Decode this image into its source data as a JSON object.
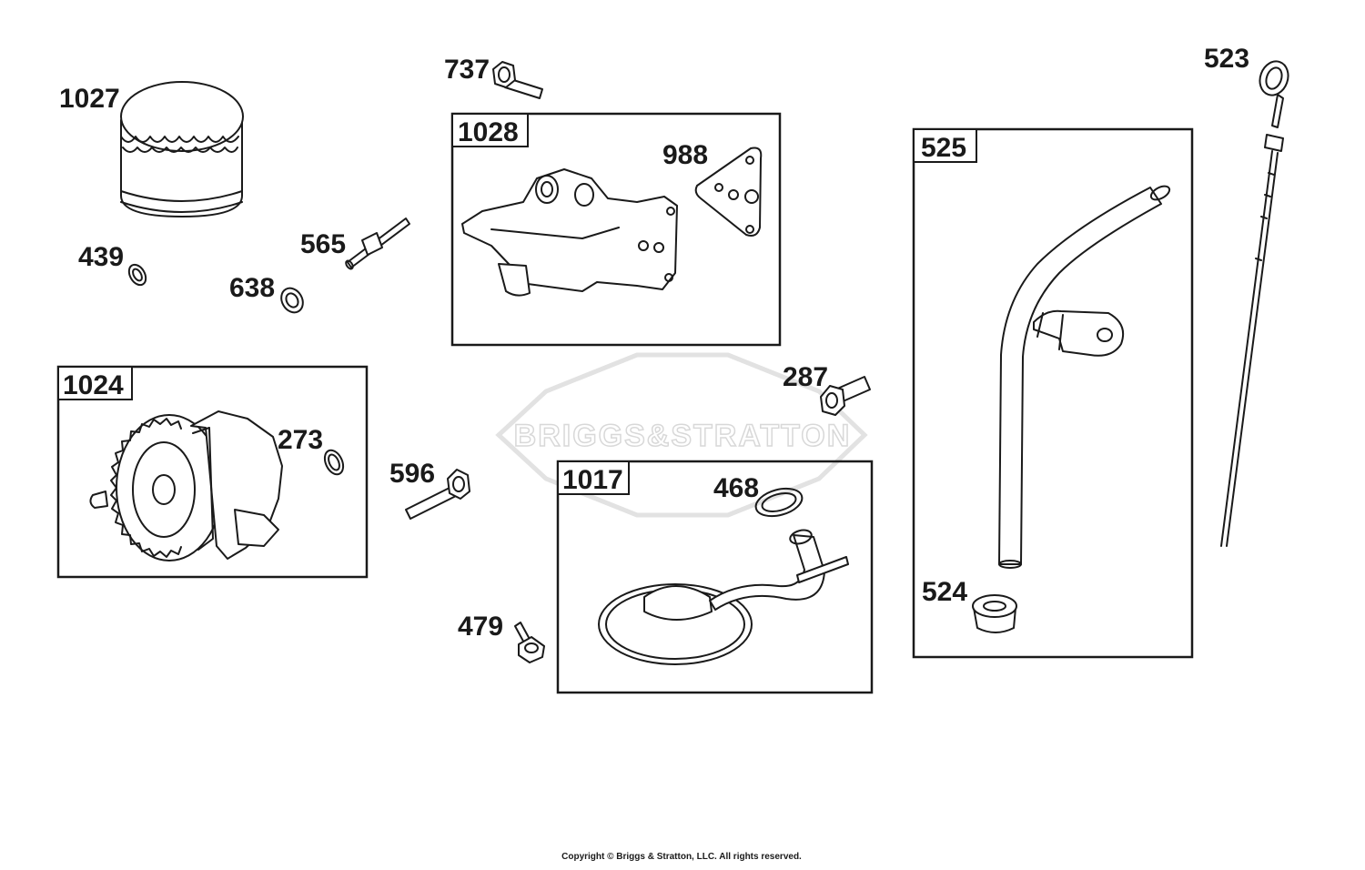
{
  "watermark": "BRIGGS&STRATTON",
  "copyright": "Copyright © Briggs & Stratton, LLC. All rights reserved.",
  "callouts": {
    "p1027": "1027",
    "p439": "439",
    "p638": "638",
    "p565": "565",
    "p737": "737",
    "p988": "988",
    "p273": "273",
    "p596": "596",
    "p287": "287",
    "p468": "468",
    "p479": "479",
    "p523": "523",
    "p524": "524"
  },
  "groups": {
    "g1028": "1028",
    "g1024": "1024",
    "g1017": "1017",
    "g525": "525"
  }
}
